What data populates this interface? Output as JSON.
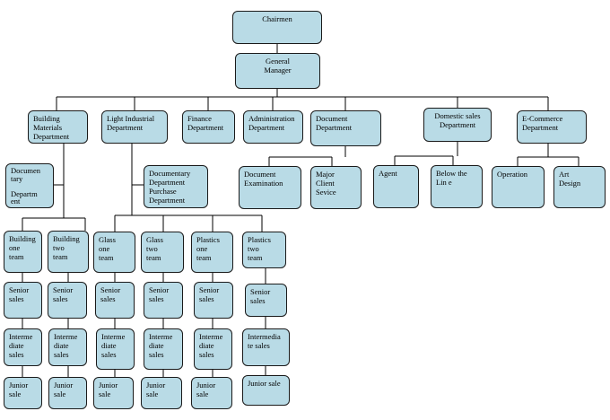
{
  "nodes": {
    "chairmen": "Chairmen",
    "general_manager": "General\nManager",
    "building_materials": "Building\nMaterials\nDepartment",
    "light_industrial": "Light Industrial\nDepartment",
    "finance": "Finance\nDepartment",
    "administration": "Administration\nDepartment",
    "document": "Document\nDepartment",
    "domestic_sales": "Domestic sales\nDepartment",
    "ecommerce": "E-Commerce\nDepartment",
    "documentary_dept": "Documen\ntary\n\nDepartm\nent",
    "documentary_purchase": "Documentary\nDepartment\nPurchase\nDepartment",
    "document_examination": "Document\nExamination",
    "major_client": "Major\nClient\nSevice",
    "agent": "Agent",
    "below_the_line": "Below the\nLin e",
    "operation": "Operation",
    "art_design": "Art\nDesign",
    "building_one": "Building\none\nteam",
    "building_two": "Building\ntwo\nteam",
    "glass_one": "Glass\none\nteam",
    "glass_two": "Glass\ntwo\nteam",
    "plastics_one": "Plastics\none\nteam",
    "plastics_two": "Plastics\ntwo\nteam",
    "senior_sales": "Senior\nsales",
    "intermediate_sales_a": "Interme\ndiate\nsales",
    "intermediate_sales_b": "Intermedia\nte sales",
    "junior_sale": "Junior\nsale",
    "junior_sale_wide": "Junior sale"
  }
}
